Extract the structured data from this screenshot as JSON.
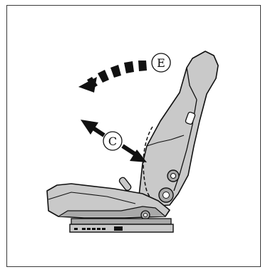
{
  "figure": {
    "callouts": [
      {
        "id": "E",
        "label": "E"
      },
      {
        "id": "C",
        "label": "C"
      }
    ],
    "line_color": "#111111",
    "seat_fill": "#c9c9c9",
    "seat_shade": "#a9a9a9"
  }
}
